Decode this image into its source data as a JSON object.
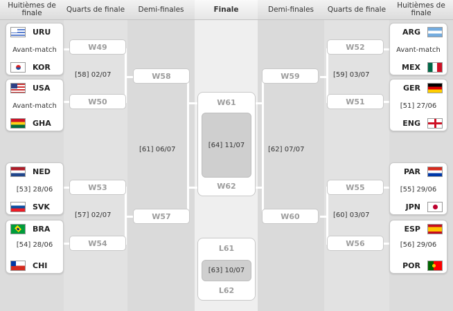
{
  "headers": {
    "r16_left": "Huitièmes de finale",
    "qf_left": "Quarts de finale",
    "sf_left": "Demi-finales",
    "final": "Finale",
    "sf_right": "Demi-finales",
    "qf_right": "Quarts de finale",
    "r16_right": "Huitièmes de finale"
  },
  "r16": {
    "m1": {
      "top": "URU",
      "mid": "Avant-match",
      "bottom": "KOR"
    },
    "m2": {
      "top": "USA",
      "mid": "Avant-match",
      "bottom": "GHA"
    },
    "m3": {
      "top": "NED",
      "mid": "[53] 28/06",
      "bottom": "SVK"
    },
    "m4": {
      "top": "BRA",
      "mid": "[54] 28/06",
      "bottom": "CHI"
    },
    "m5": {
      "top": "ARG",
      "mid": "Avant-match",
      "bottom": "MEX"
    },
    "m6": {
      "top": "GER",
      "mid": "[51] 27/06",
      "bottom": "ENG"
    },
    "m7": {
      "top": "PAR",
      "mid": "[55] 29/06",
      "bottom": "JPN"
    },
    "m8": {
      "top": "ESP",
      "mid": "[56] 29/06",
      "bottom": "POR"
    }
  },
  "qf": {
    "left_top": {
      "a": "W49",
      "b": "W50",
      "info": "[58] 02/07"
    },
    "left_bottom": {
      "a": "W53",
      "b": "W54",
      "info": "[57] 02/07"
    },
    "right_top": {
      "a": "W52",
      "b": "W51",
      "info": "[59] 03/07"
    },
    "right_bottom": {
      "a": "W55",
      "b": "W56",
      "info": "[60] 03/07"
    }
  },
  "sf": {
    "left": {
      "a": "W58",
      "b": "W57",
      "info": "[61] 06/07"
    },
    "right": {
      "a": "W59",
      "b": "W60",
      "info": "[62] 07/07"
    }
  },
  "final": {
    "a": "W61",
    "b": "W62",
    "info": "[64] 11/07"
  },
  "third": {
    "a": "L61",
    "b": "L62",
    "info": "[63] 10/07"
  },
  "flags": {
    "URU": "uruguay-flag",
    "KOR": "korea-flag",
    "USA": "usa-flag",
    "GHA": "ghana-flag",
    "NED": "netherlands-flag",
    "SVK": "slovakia-flag",
    "BRA": "brazil-flag",
    "CHI": "chile-flag",
    "ARG": "argentina-flag",
    "MEX": "mexico-flag",
    "GER": "germany-flag",
    "ENG": "england-flag",
    "PAR": "paraguay-flag",
    "JPN": "japan-flag",
    "ESP": "spain-flag",
    "POR": "portugal-flag"
  }
}
